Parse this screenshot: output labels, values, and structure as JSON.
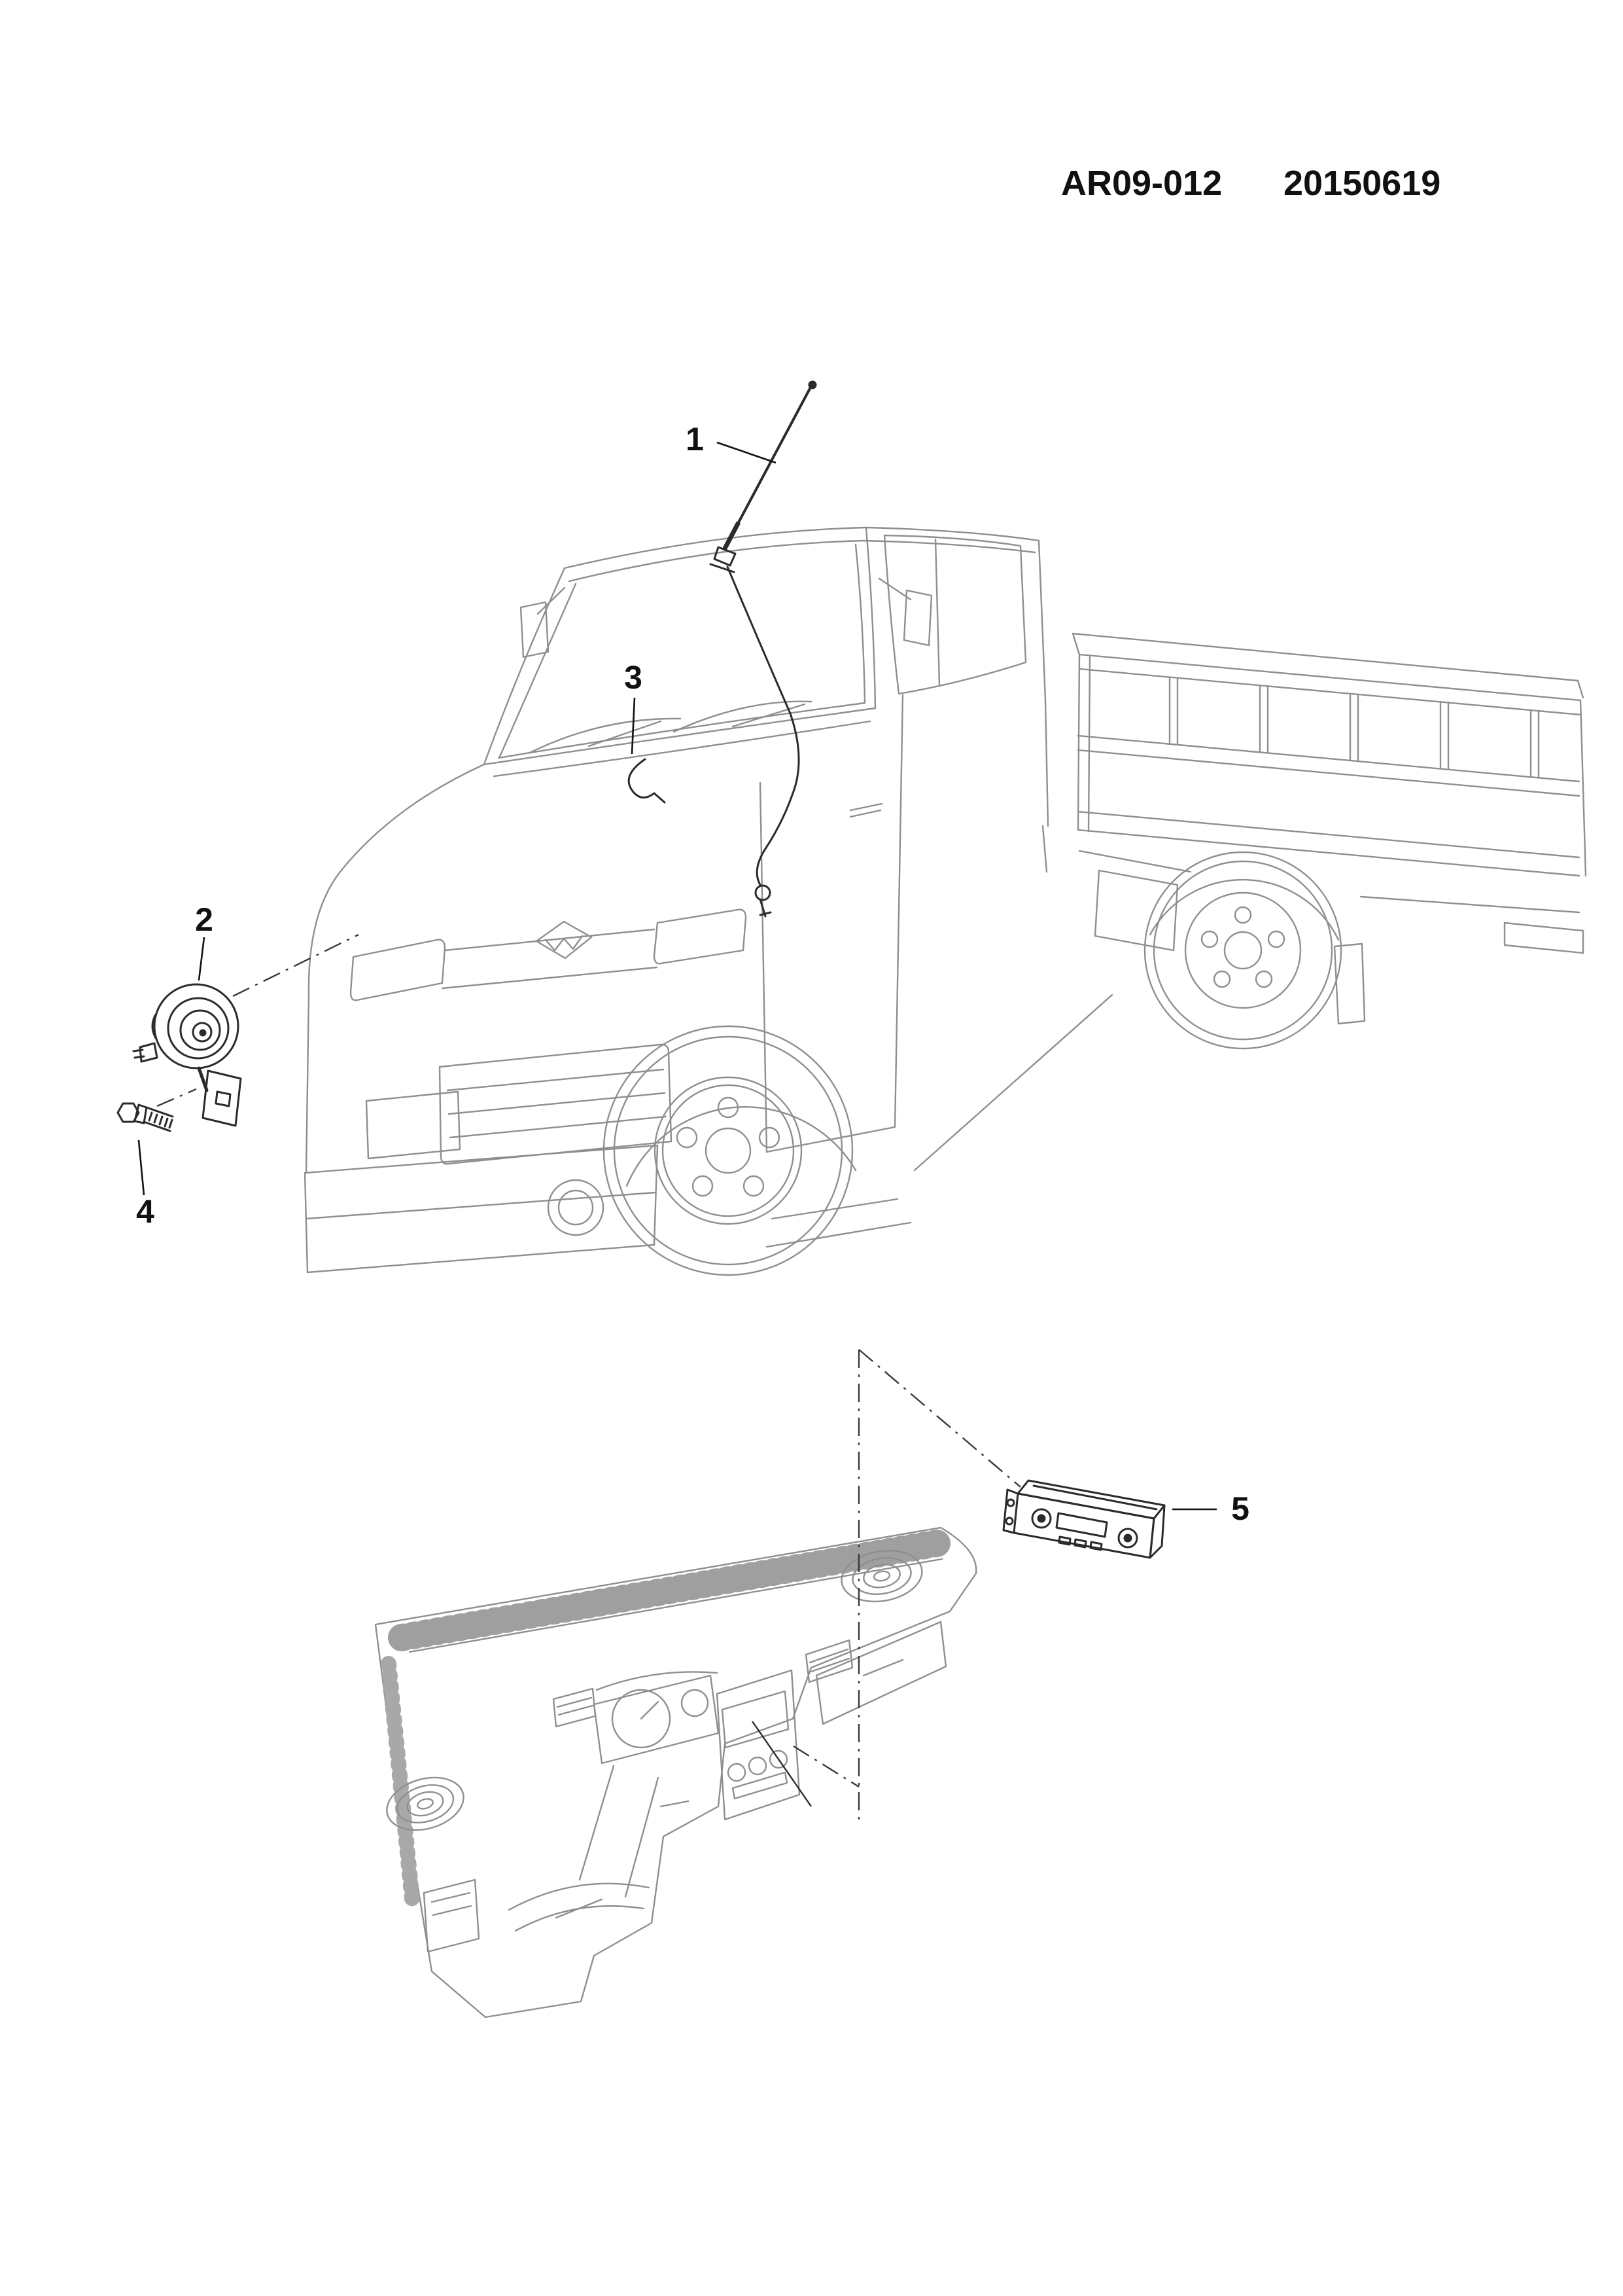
{
  "document": {
    "code": "AR09-012",
    "date": "20150619"
  },
  "callouts": [
    {
      "label": "1",
      "part": "roof-antenna"
    },
    {
      "label": "2",
      "part": "horn"
    },
    {
      "label": "3",
      "part": "antenna-cable"
    },
    {
      "label": "4",
      "part": "horn-mounting-bolt"
    },
    {
      "label": "5",
      "part": "radio-unit"
    }
  ],
  "figures": {
    "upper": "light-truck-front-left-view",
    "lower": "instrument-panel-radio-location"
  },
  "colors": {
    "background": "#ffffff",
    "vehicle_line": "#8f8f8f",
    "part_line": "#2b2b2b",
    "text": "#111111"
  }
}
